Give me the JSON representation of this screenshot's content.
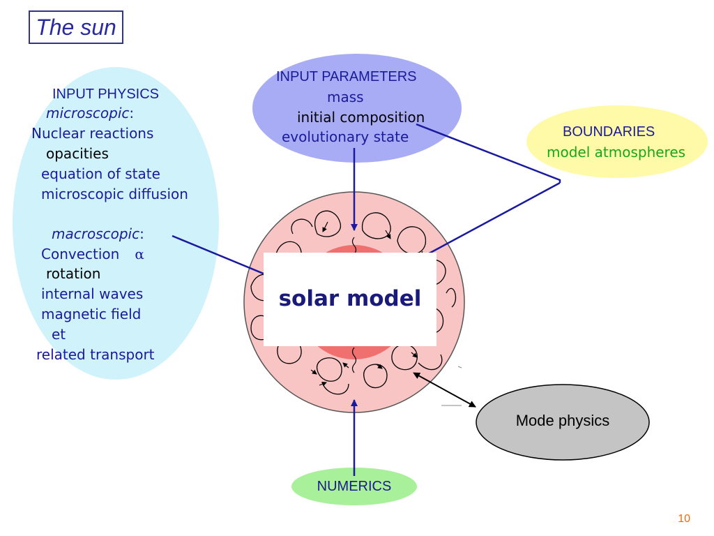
{
  "slide": {
    "title": "The sun",
    "page_number": "10"
  },
  "input_physics": {
    "heading": "INPUT PHYSICS",
    "microscopic_label": "microscopic",
    "colon": ":",
    "items_micro": [
      "Nuclear reactions",
      "opacities",
      "equation of state",
      "microscopic diffusion"
    ],
    "macroscopic_label": "macroscopic",
    "convection": "Convection",
    "alpha": "α",
    "items_macro": [
      "rotation",
      "internal waves",
      "magnetic field",
      "et",
      "related transport"
    ]
  },
  "input_parameters": {
    "heading": "INPUT PARAMETERS",
    "items": [
      "mass",
      "initial composition",
      "evolutionary state"
    ]
  },
  "boundaries": {
    "heading": "BOUNDARIES",
    "item": "model atmospheres"
  },
  "center": {
    "label": "solar model"
  },
  "mode_physics": {
    "label": "Mode physics"
  },
  "numerics": {
    "label": "NUMERICS"
  },
  "colors": {
    "physics_bubble": "#d0f3fb",
    "params_bubble": "#a8acf5",
    "boundaries_bubble": "#fefaa8",
    "numerics_bubble": "#a8f09a",
    "mode_bubble": "#c4c4c4",
    "sun_outer": "#f9c4c4",
    "sun_core": "#f07070",
    "arrow": "#1a1aa0",
    "text_blue": "#1a1a9a"
  }
}
